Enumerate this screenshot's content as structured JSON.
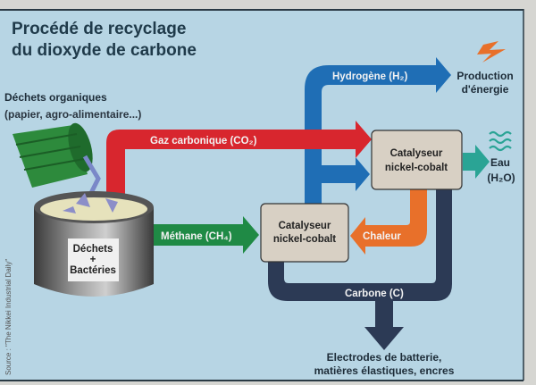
{
  "title": [
    "Procédé de recyclage",
    "du dioxyde de carbone"
  ],
  "waste": {
    "label": "Déchets organiques",
    "sub": "(papier, agro-alimentaire...)"
  },
  "tank": {
    "line1": "Déchets",
    "plus": "+",
    "line2": "Bactéries"
  },
  "flows": {
    "co2": "Gaz carbonique (CO₂)",
    "methane": "Méthane (CH₄)",
    "hydrogen": "Hydrogène (H₂)",
    "heat": "Chaleur",
    "carbon": "Carbone (C)"
  },
  "catalyst1": [
    "Catalyseur",
    "nickel-cobalt"
  ],
  "catalyst2": [
    "Catalyseur",
    "nickel-cobalt"
  ],
  "outputs": {
    "energy": [
      "Production",
      "d'énergie"
    ],
    "water": [
      "Eau",
      "(H₂O)"
    ],
    "products": [
      "Electrodes de batterie,",
      "matières élastiques, encres"
    ]
  },
  "source": "Source : \"The Nikkei Industrial Daily\"",
  "colors": {
    "background": "#b7d5e4",
    "co2": "#d8262e",
    "methane": "#1f8a45",
    "hydrogen": "#1f6eb5",
    "heat": "#e8702a",
    "carbon": "#2c3a55",
    "water": "#2aa495",
    "box": "#d8d0c4"
  }
}
